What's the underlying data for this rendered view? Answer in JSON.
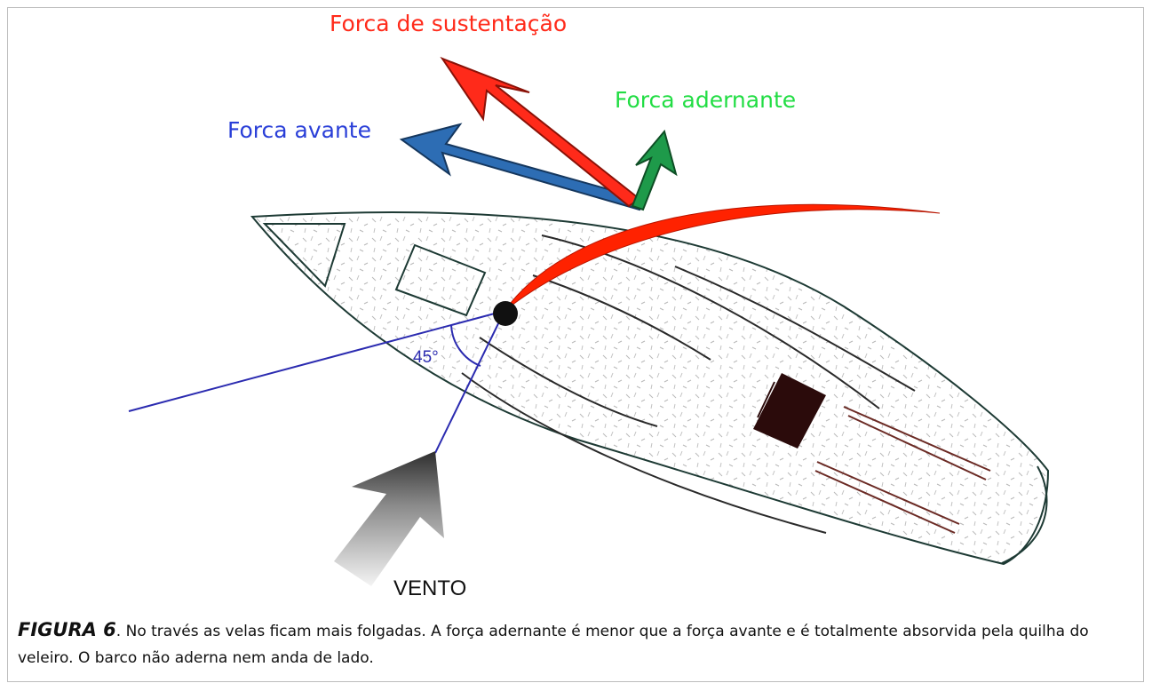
{
  "labels": {
    "lift_force": "Forca de sustentação",
    "heeling_force": "Forca adernante",
    "forward_force": "Forca avante",
    "wind": "VENTO",
    "angle": "45°"
  },
  "caption": {
    "figure_label": "FIGURA 6",
    "text": ". No través as velas ficam mais folgadas. A força adernante é menor que a força avante e é totalmente absorvida pela quilha do veleiro. O barco não aderna nem anda de lado."
  },
  "colors": {
    "lift_force": "#ff2a1a",
    "heeling_force": "#22dd44",
    "forward_force": "#2a3fd8",
    "sail": "#ff2200",
    "wind_line": "#2b2bb0",
    "hull_outline": "#1d3a34"
  }
}
